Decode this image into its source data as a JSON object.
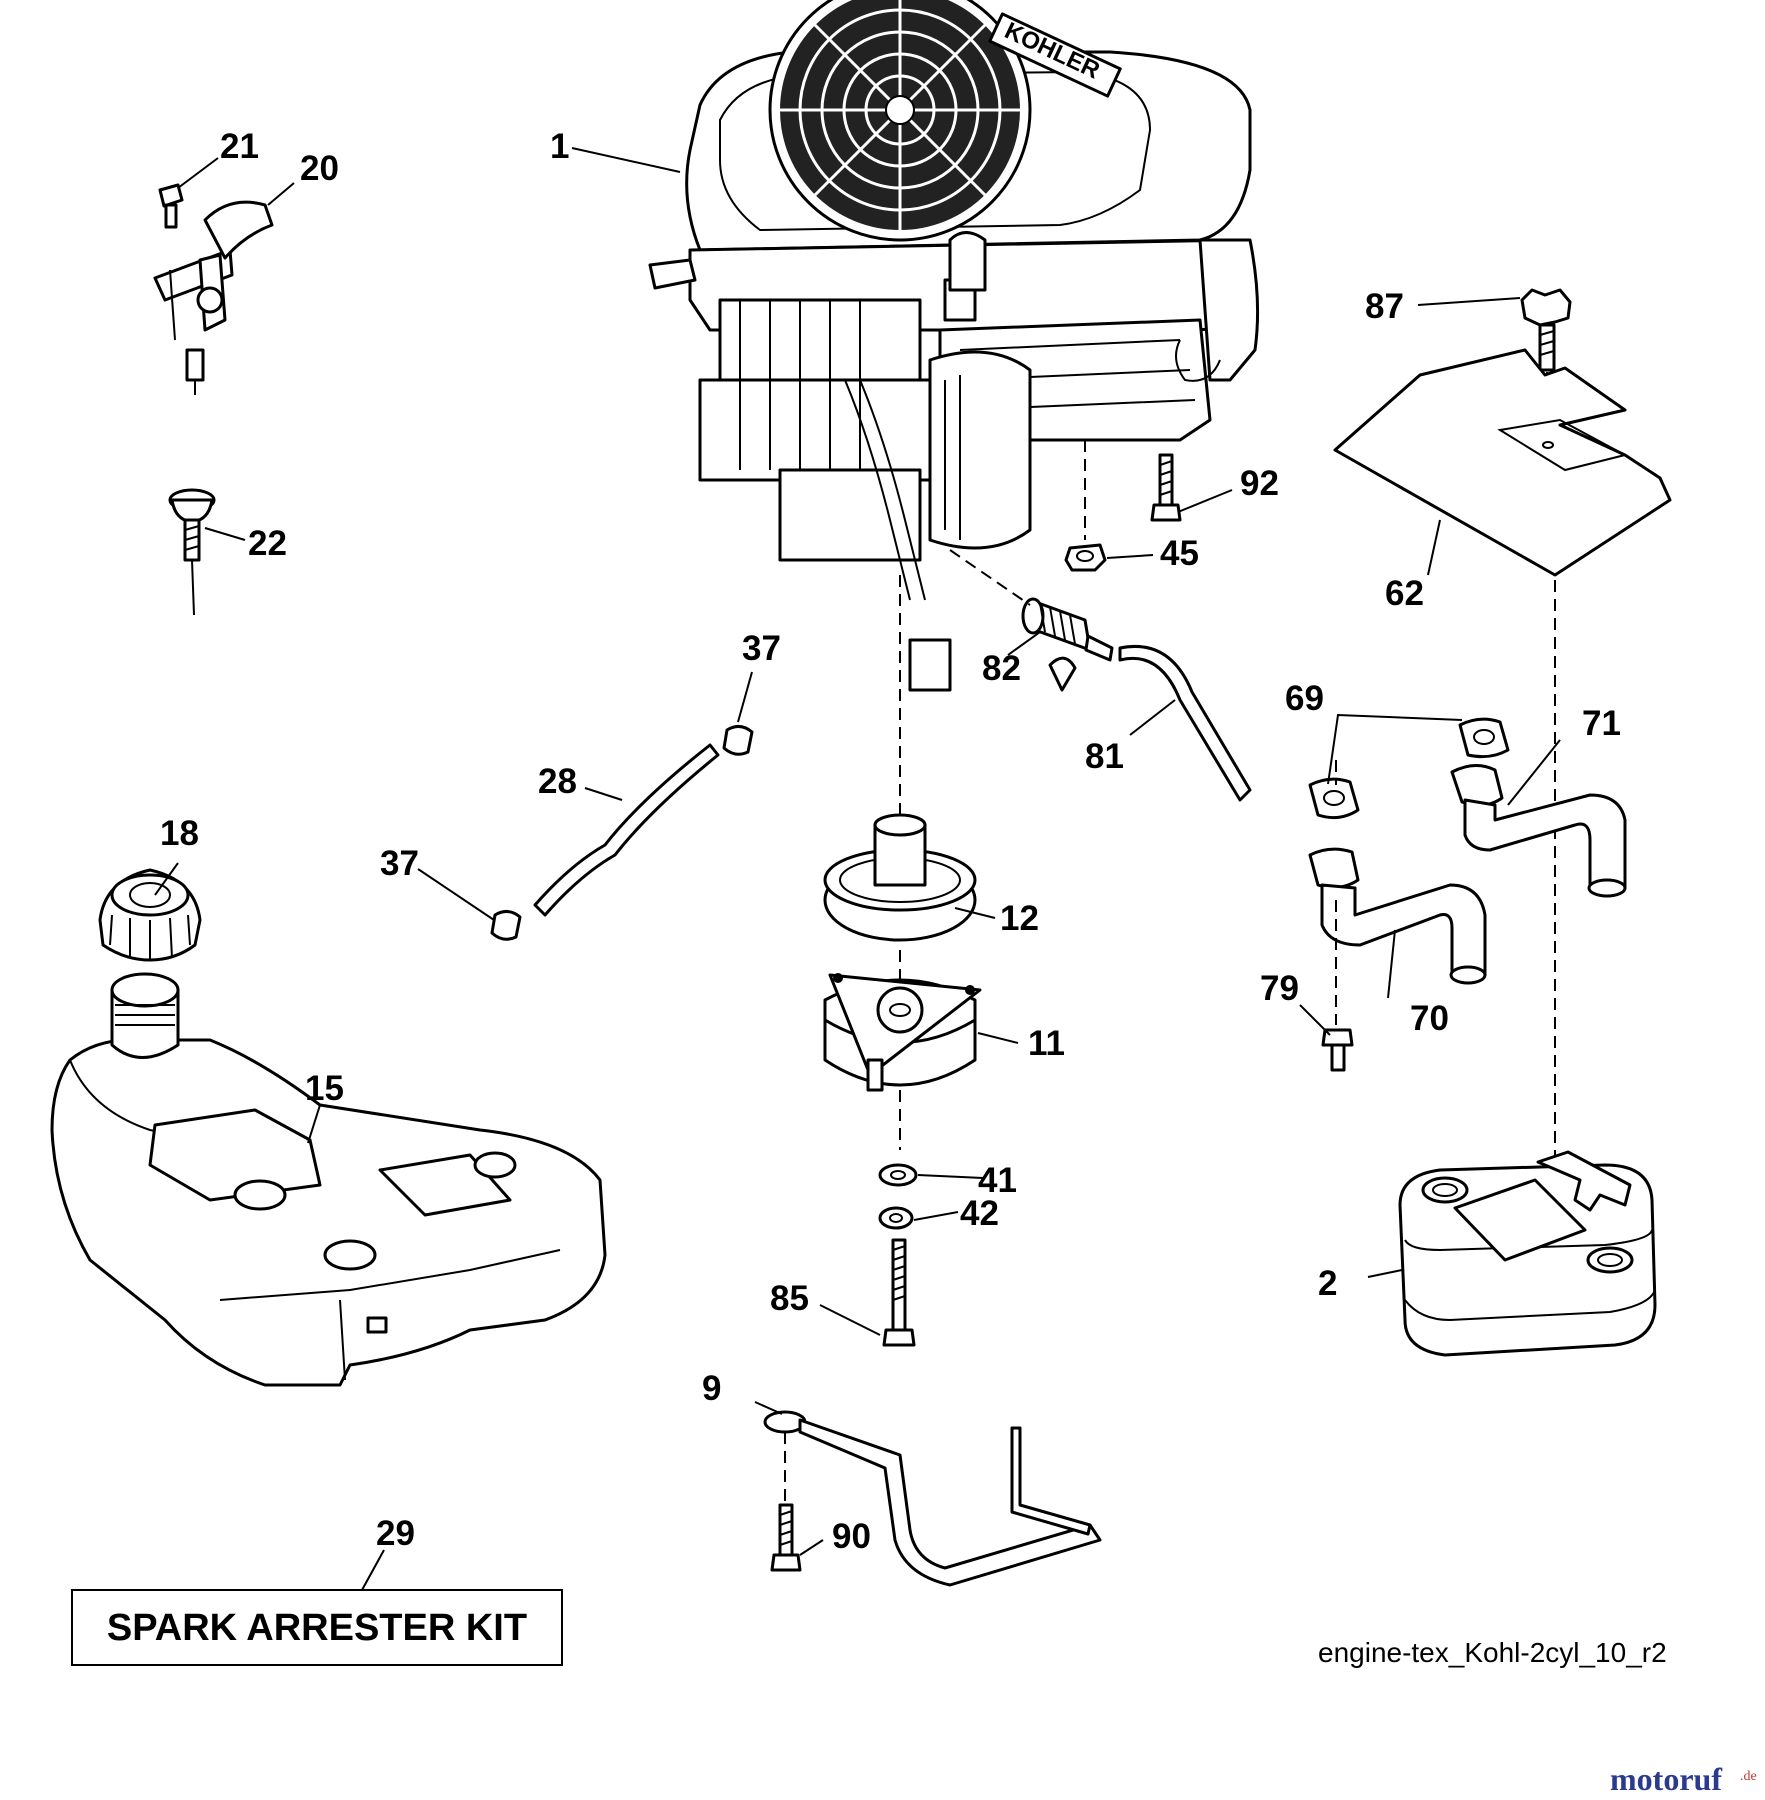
{
  "labels": {
    "p1": "1",
    "p2": "2",
    "p9": "9",
    "p11": "11",
    "p12": "12",
    "p15": "15",
    "p18": "18",
    "p20": "20",
    "p21": "21",
    "p22": "22",
    "p28": "28",
    "p29": "29",
    "p37a": "37",
    "p37b": "37",
    "p41": "41",
    "p42": "42",
    "p45": "45",
    "p62": "62",
    "p69": "69",
    "p70": "70",
    "p71": "71",
    "p79": "79",
    "p81": "81",
    "p82": "82",
    "p85": "85",
    "p87": "87",
    "p90": "90",
    "p92": "92"
  },
  "kit_label": "SPARK ARRESTER KIT",
  "engine_brand": "KOHLER",
  "drawing_id": "engine-tex_Kohl-2cyl_10_r2",
  "watermark": {
    "main": "motoruf",
    "suffix": ".de",
    "color": "#2a3a8c"
  }
}
